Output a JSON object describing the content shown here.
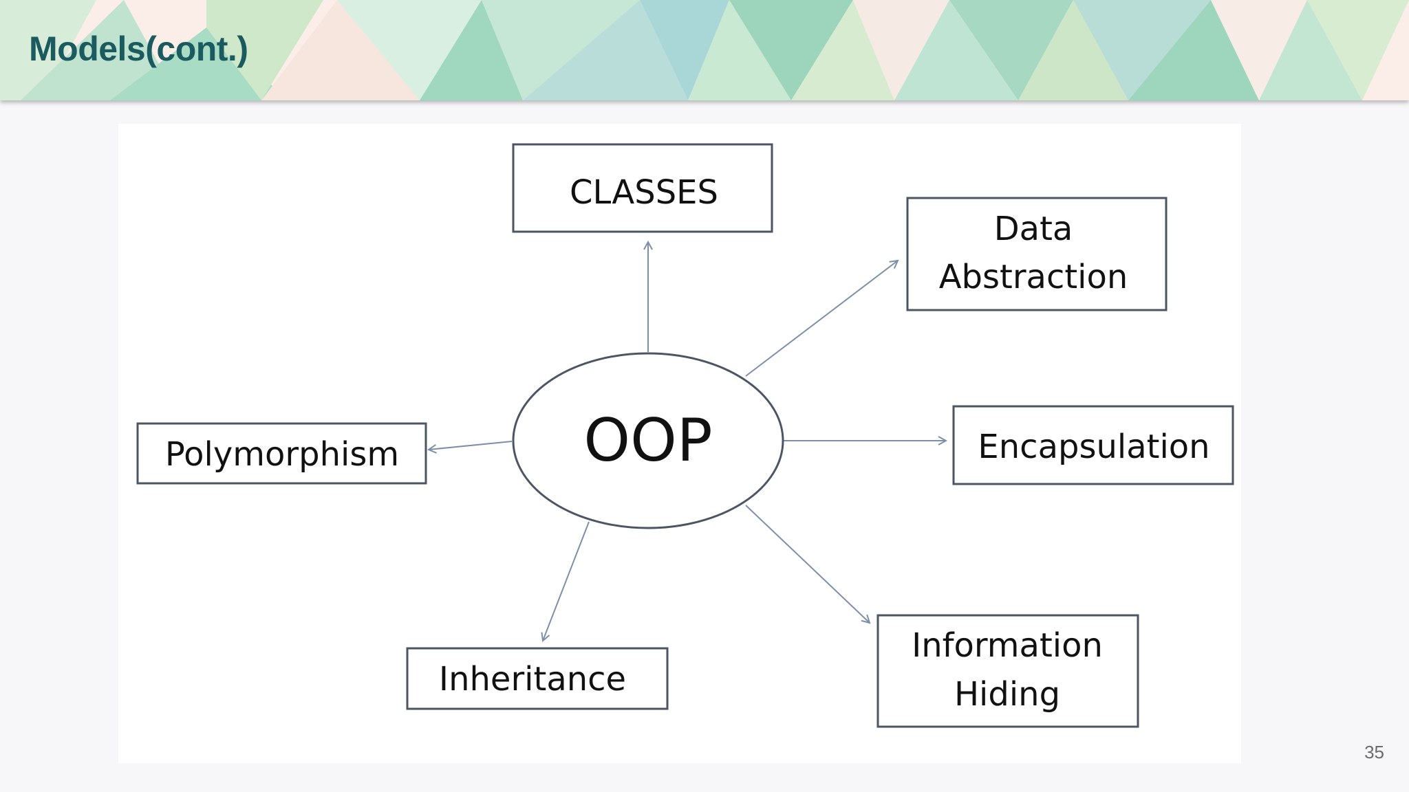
{
  "slide": {
    "title": "Models(cont.)",
    "page_number": "35"
  },
  "diagram": {
    "center": "OOP",
    "nodes": {
      "classes": [
        "CLASSES"
      ],
      "data_abstraction": [
        "Data",
        "Abstraction"
      ],
      "encapsulation": [
        "Encapsulation"
      ],
      "information_hiding": [
        "Information",
        "Hiding"
      ],
      "inheritance": [
        "Inheritance"
      ],
      "polymorphism": [
        "Polymorphism"
      ]
    }
  },
  "colors": {
    "title": "#1b5a5f",
    "arrow": "#7d8fa8",
    "box_border": "#4b5563"
  }
}
